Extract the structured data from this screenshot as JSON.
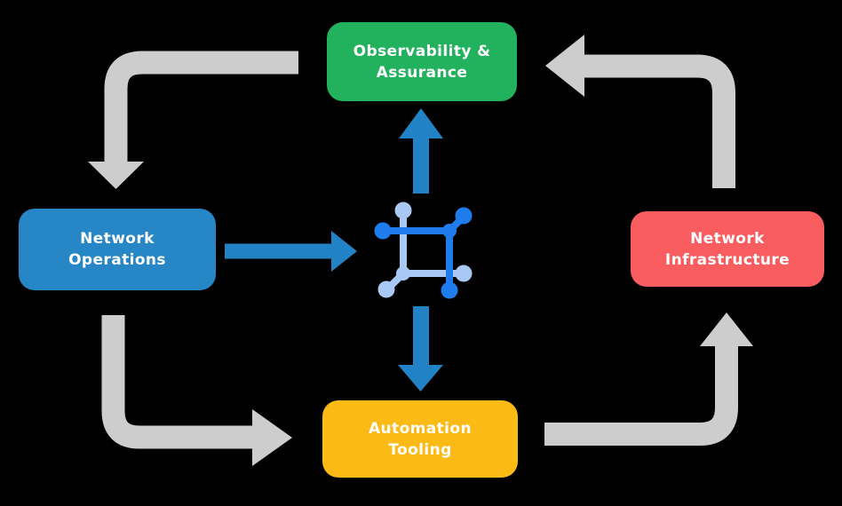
{
  "diagram": {
    "title": "network automation lifecycle diagram",
    "nodes": [
      {
        "id": "observability-assurance",
        "line1": "Observability &",
        "line2": "Assurance",
        "color": "#22B15C"
      },
      {
        "id": "network-operations",
        "line1": "Network",
        "line2": "Operations",
        "color": "#2786C6"
      },
      {
        "id": "network-infrastructure",
        "line1": "Network",
        "line2": "Infrastructure",
        "color": "#FA5D60"
      },
      {
        "id": "automation-tooling",
        "line1": "Automation",
        "line2": "Tooling",
        "color": "#FBBA14"
      }
    ],
    "edges": [
      {
        "from": "observability-assurance",
        "to": "network-operations",
        "style": "gray-elbow"
      },
      {
        "from": "network-operations",
        "to": "automation-tooling",
        "style": "gray-elbow"
      },
      {
        "from": "automation-tooling",
        "to": "network-infrastructure",
        "style": "gray-elbow"
      },
      {
        "from": "network-infrastructure",
        "to": "observability-assurance",
        "style": "gray-elbow"
      },
      {
        "from": "network-operations",
        "to": "center-icon",
        "style": "blue-straight"
      },
      {
        "from": "center-icon",
        "to": "observability-assurance",
        "style": "blue-straight"
      },
      {
        "from": "center-icon",
        "to": "automation-tooling",
        "style": "blue-straight"
      }
    ],
    "center_icon": "network-automation-icon",
    "colors": {
      "background": "#000000",
      "gray_arrow": "#CDCDCD",
      "blue_arrow": "#2182C5",
      "icon_dark": "#1E7CEC",
      "icon_light": "#A9C9F4",
      "node_text": "#FFFFFF"
    }
  }
}
